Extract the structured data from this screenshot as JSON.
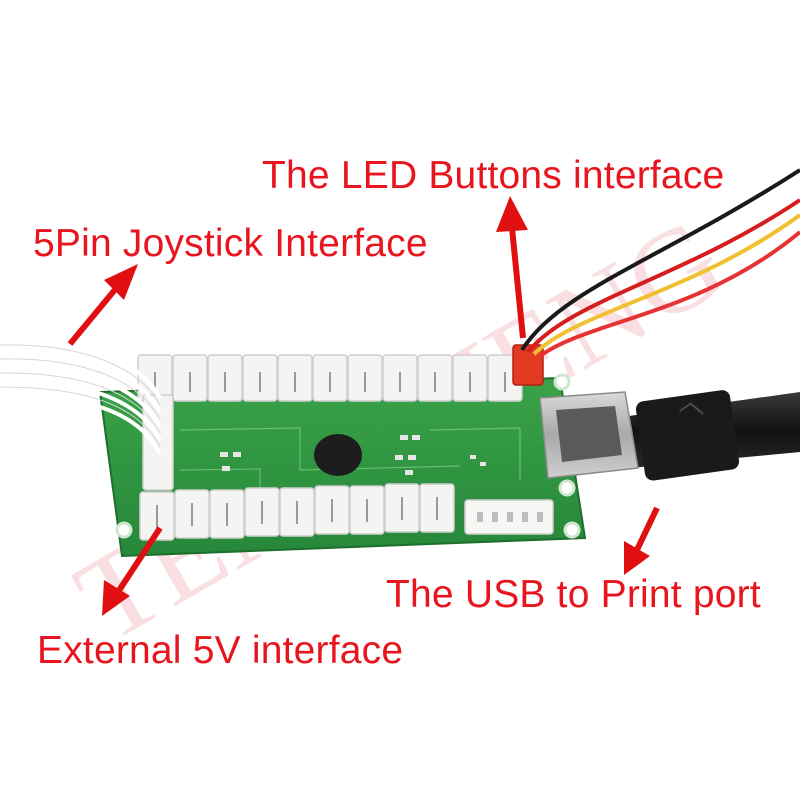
{
  "annotations": {
    "led_buttons": "The LED Buttons interface",
    "joystick": "5Pin Joystick Interface",
    "usb_port": "The USB to Print port",
    "external_5v": "External 5V interface"
  },
  "watermark": "TENGSHENG",
  "colors": {
    "annotation_red": "#e8141e",
    "arrow_red": "#e01010",
    "pcb_green": "#2f9a3c",
    "connector_white": "#f4f4f2",
    "cable_black": "#1c1c1c"
  }
}
